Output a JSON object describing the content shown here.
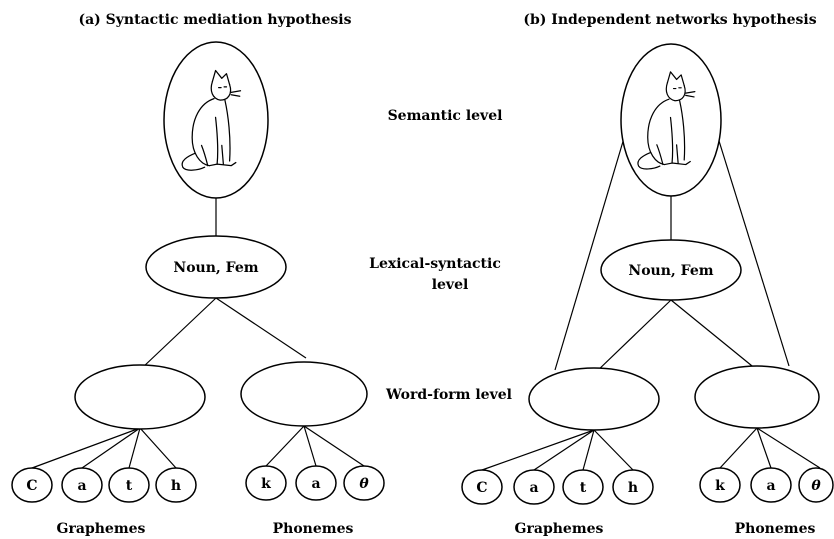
{
  "panel_a": {
    "title": "(a) Syntactic mediation hypothesis",
    "lexical_node": "Noun, Fem",
    "graphemes": [
      "C",
      "a",
      "t",
      "h"
    ],
    "phonemes": [
      "k",
      "a",
      "θ"
    ],
    "graphemes_label": "Graphemes",
    "phonemes_label": "Phonemes"
  },
  "panel_b": {
    "title": "(b) Independent networks hypothesis",
    "lexical_node": "Noun, Fem",
    "graphemes": [
      "C",
      "a",
      "t",
      "h"
    ],
    "phonemes": [
      "k",
      "a",
      "θ"
    ],
    "graphemes_label": "Graphemes",
    "phonemes_label": "Phonemes"
  },
  "levels": {
    "semantic": "Semantic level",
    "lexical_line1": "Lexical-syntactic",
    "lexical_line2": "level",
    "wordform": "Word-form level"
  },
  "icons": {
    "semantic_node": "cat-icon"
  }
}
